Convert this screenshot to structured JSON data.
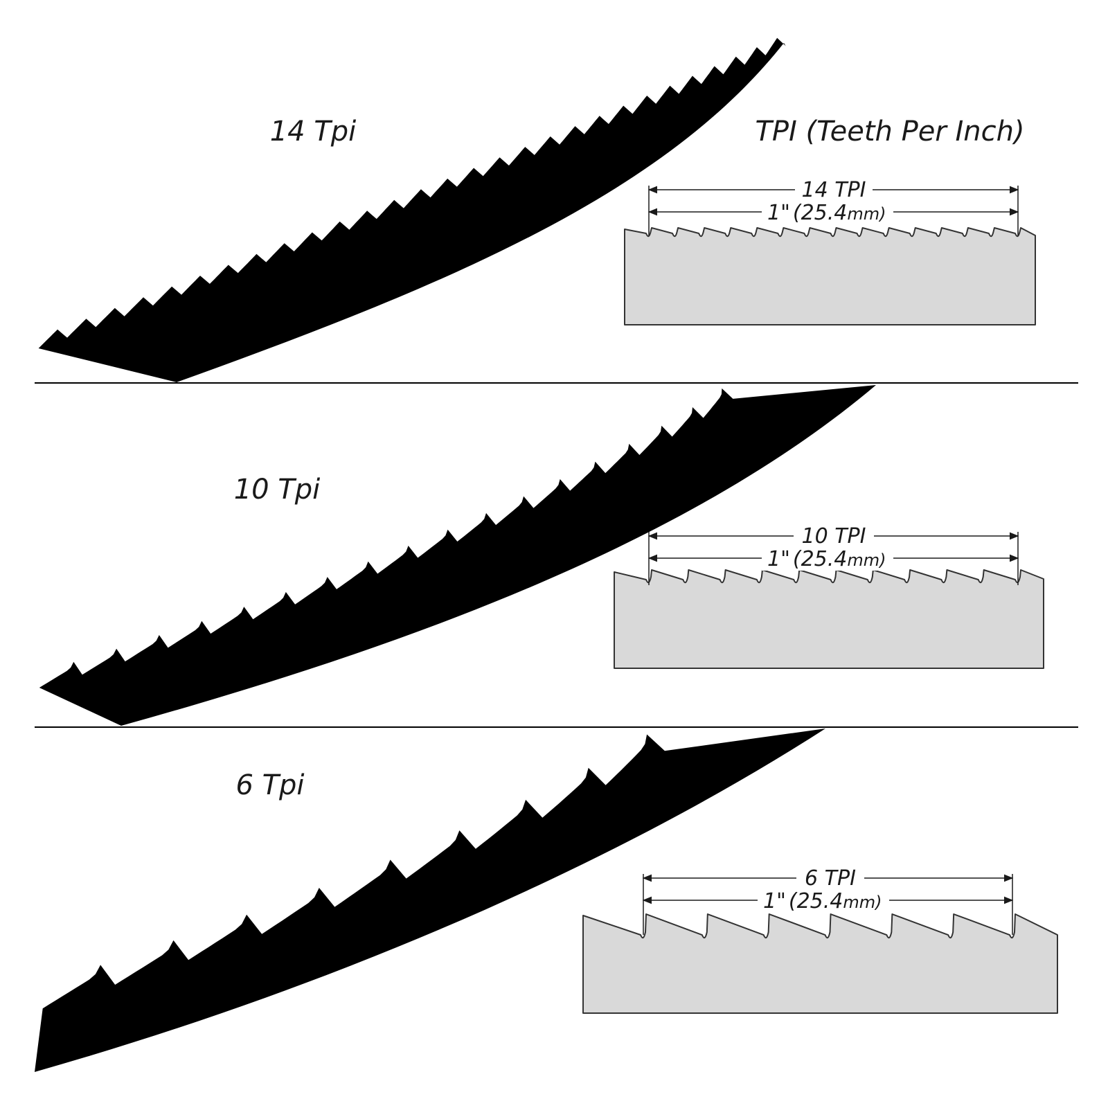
{
  "title": "TPI (Teeth Per Inch)",
  "colors": {
    "blade": "#000000",
    "profile_fill": "#d9d9d9",
    "profile_stroke": "#333333",
    "divider": "#000000"
  },
  "panels": [
    {
      "label": "14 Tpi",
      "tpi": 14,
      "dimension_label": "14 TPI",
      "inch_label": "1\"",
      "metric_value": "(25.4",
      "metric_unit": "mm)"
    },
    {
      "label": "10 Tpi",
      "tpi": 10,
      "dimension_label": "10 TPI",
      "inch_label": "1\"",
      "metric_value": "(25.4",
      "metric_unit": "mm)"
    },
    {
      "label": "6 Tpi",
      "tpi": 6,
      "dimension_label": "6 TPI",
      "inch_label": "1\"",
      "metric_value": "(25.4",
      "metric_unit": "mm)"
    }
  ]
}
